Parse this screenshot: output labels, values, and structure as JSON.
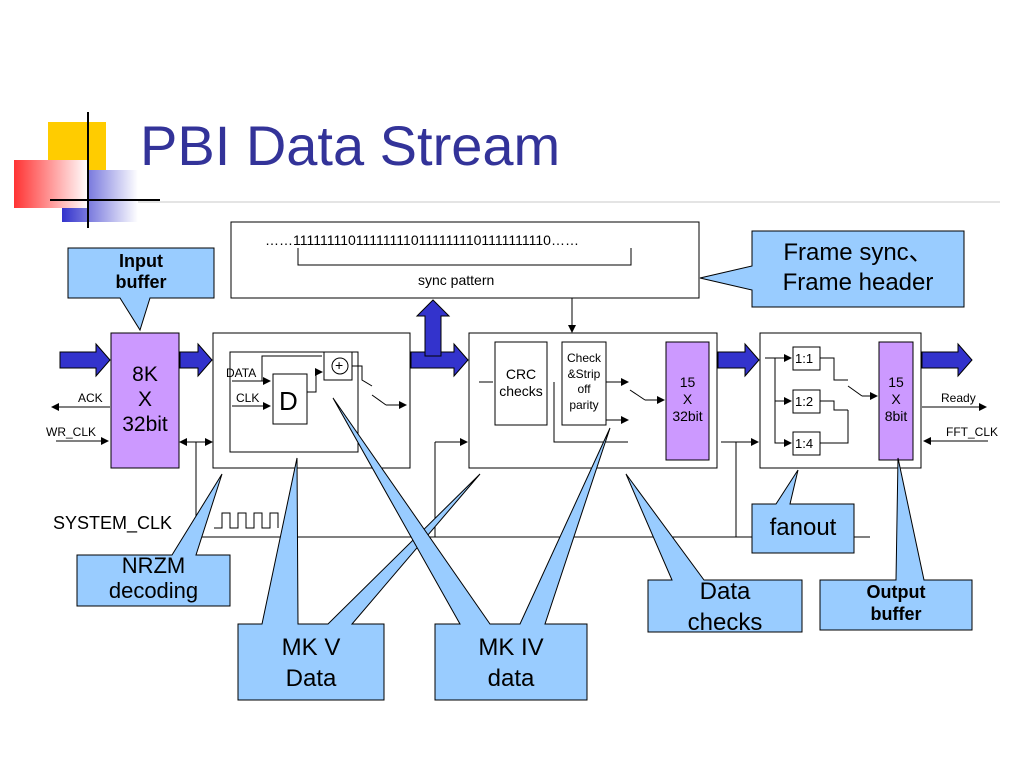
{
  "title": "PBI Data Stream",
  "colors": {
    "title": "#333399",
    "arrow_fill": "#3333cc",
    "memory_fill": "#cc99ff",
    "callout_fill": "#99ccff",
    "logo_yellow": "#ffcc00",
    "logo_red": "#ff3333",
    "logo_blue": "#3333cc"
  },
  "sync": {
    "pattern": "……1111111101111111101111111101111111110……",
    "label": "sync pattern"
  },
  "blocks": {
    "input_memory": [
      "8K",
      "X",
      "32bit"
    ],
    "crc": [
      "CRC",
      "checks"
    ],
    "check_strip": [
      "Check",
      "&Strip",
      "off",
      "parity"
    ],
    "mid_memory": [
      "15",
      "X",
      "32bit"
    ],
    "out_memory": [
      "15",
      "X",
      "8bit"
    ],
    "flipflop": "D",
    "xor": "+",
    "fanout_ratios": [
      "1:1",
      "1:2",
      "1:4"
    ]
  },
  "signals": {
    "data": "DATA",
    "clk": "CLK",
    "ack": "ACK",
    "wr_clk": "WR_CLK",
    "ready": "Ready",
    "fft_clk": "FFT_CLK",
    "system_clk": "SYSTEM_CLK"
  },
  "callouts": {
    "input_buffer": [
      "Input",
      "buffer"
    ],
    "frame_sync": [
      "Frame sync、",
      "Frame header"
    ],
    "nrzm": [
      "NRZM",
      "decoding"
    ],
    "mk5": [
      "MK V",
      "Data"
    ],
    "mk4": [
      "MK IV",
      "data"
    ],
    "data_checks": [
      "Data",
      "checks"
    ],
    "fanout": "fanout",
    "output_buffer": [
      "Output",
      "buffer"
    ]
  }
}
